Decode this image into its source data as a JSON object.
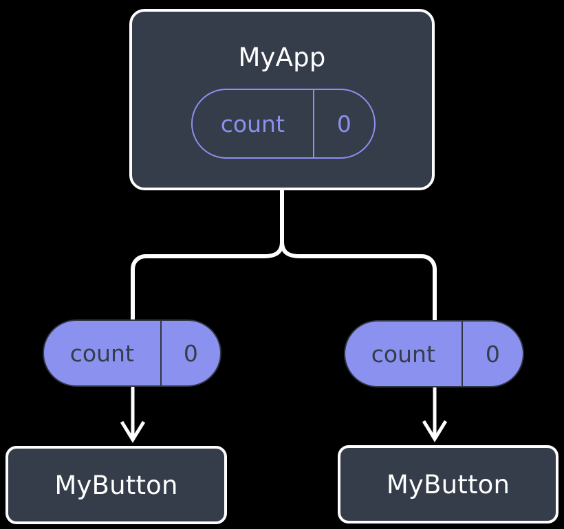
{
  "diagram": {
    "type": "component-state-tree",
    "background_color": "#000000",
    "colors": {
      "box_fill": "#353c4a",
      "box_border": "#fdfdfd",
      "accent": "#8b91ee",
      "title_text": "#ffffff",
      "pill_text_on_fill": "#353c4a",
      "wire": "#ffffff"
    },
    "root": {
      "name": "root-component",
      "title": "MyApp",
      "state": {
        "key": "count",
        "value": "0"
      }
    },
    "children": [
      {
        "name": "child-left",
        "state": {
          "key": "count",
          "value": "0"
        },
        "title": "MyButton"
      },
      {
        "name": "child-right",
        "state": {
          "key": "count",
          "value": "0"
        },
        "title": "MyButton"
      }
    ]
  }
}
